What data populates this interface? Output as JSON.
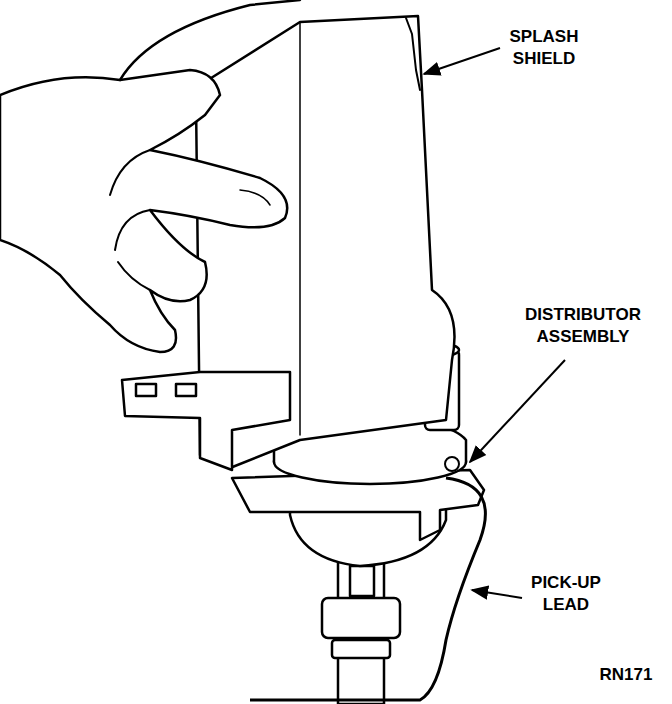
{
  "diagram": {
    "labels": [
      "SPLASH SHIELD",
      "DISTRIBUTOR ASSEMBLY",
      "PICK-UP LEAD",
      "RN171"
    ]
  }
}
